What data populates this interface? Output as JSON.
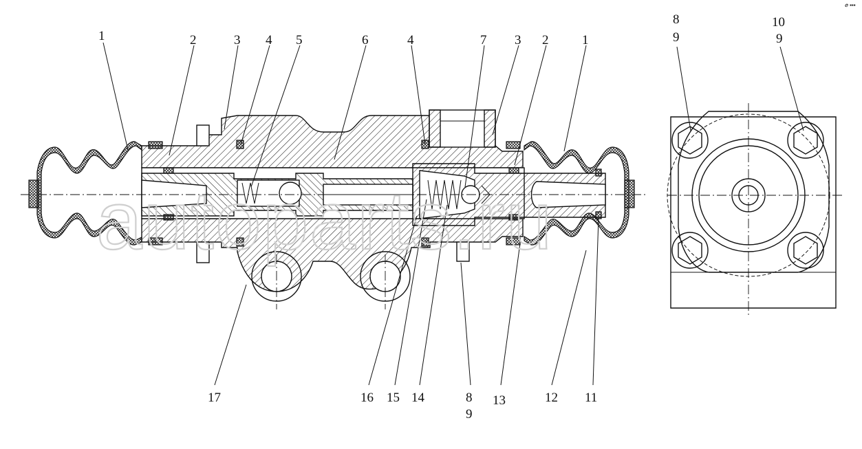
{
  "drawing": {
    "corner_mark": "ⅇ ▪▪▪",
    "watermark": "autoparts.ru"
  },
  "callouts": {
    "top_left": [
      "1",
      "2",
      "3",
      "4",
      "5",
      "6"
    ],
    "top_right": [
      "4",
      "7",
      "3",
      "2",
      "1"
    ],
    "bottom": [
      "17",
      "16",
      "15",
      "14",
      "8",
      "9",
      "13",
      "12",
      "11"
    ],
    "end_view": [
      "8",
      "9",
      "10",
      "9"
    ]
  }
}
